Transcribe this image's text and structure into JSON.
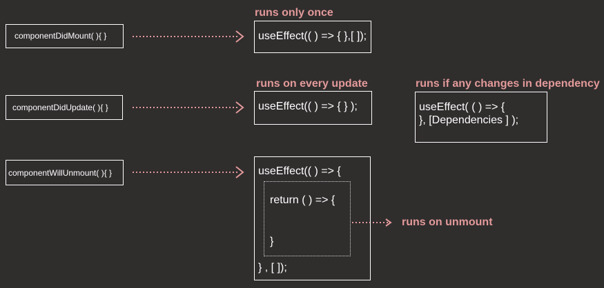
{
  "colors": {
    "background": "#302d2d",
    "box_border": "#ffffff",
    "text": "#ffffff",
    "accent": "#e39a9a"
  },
  "lifecycles": [
    {
      "method": "componentDidMount( ){ }",
      "hook": "useEffect(( ) => { },[ ]);",
      "caption": "runs only once"
    },
    {
      "method": "componentDidUpdate( ){ }",
      "hook": "useEffect(( ) => { } );",
      "caption": "runs on every update"
    },
    {
      "method": "componentWillUnmount( ){ }",
      "hook_open": "useEffect(( ) => {",
      "inner_return": "return ( ) => {",
      "inner_close": "}",
      "hook_close": "} , [ ]);",
      "caption": "runs on unmount"
    }
  ],
  "dependency": {
    "caption": "runs if any changes in dependency",
    "line1": "useEffect( ( ) => {",
    "line2": "}, [Dependencies ] );"
  }
}
